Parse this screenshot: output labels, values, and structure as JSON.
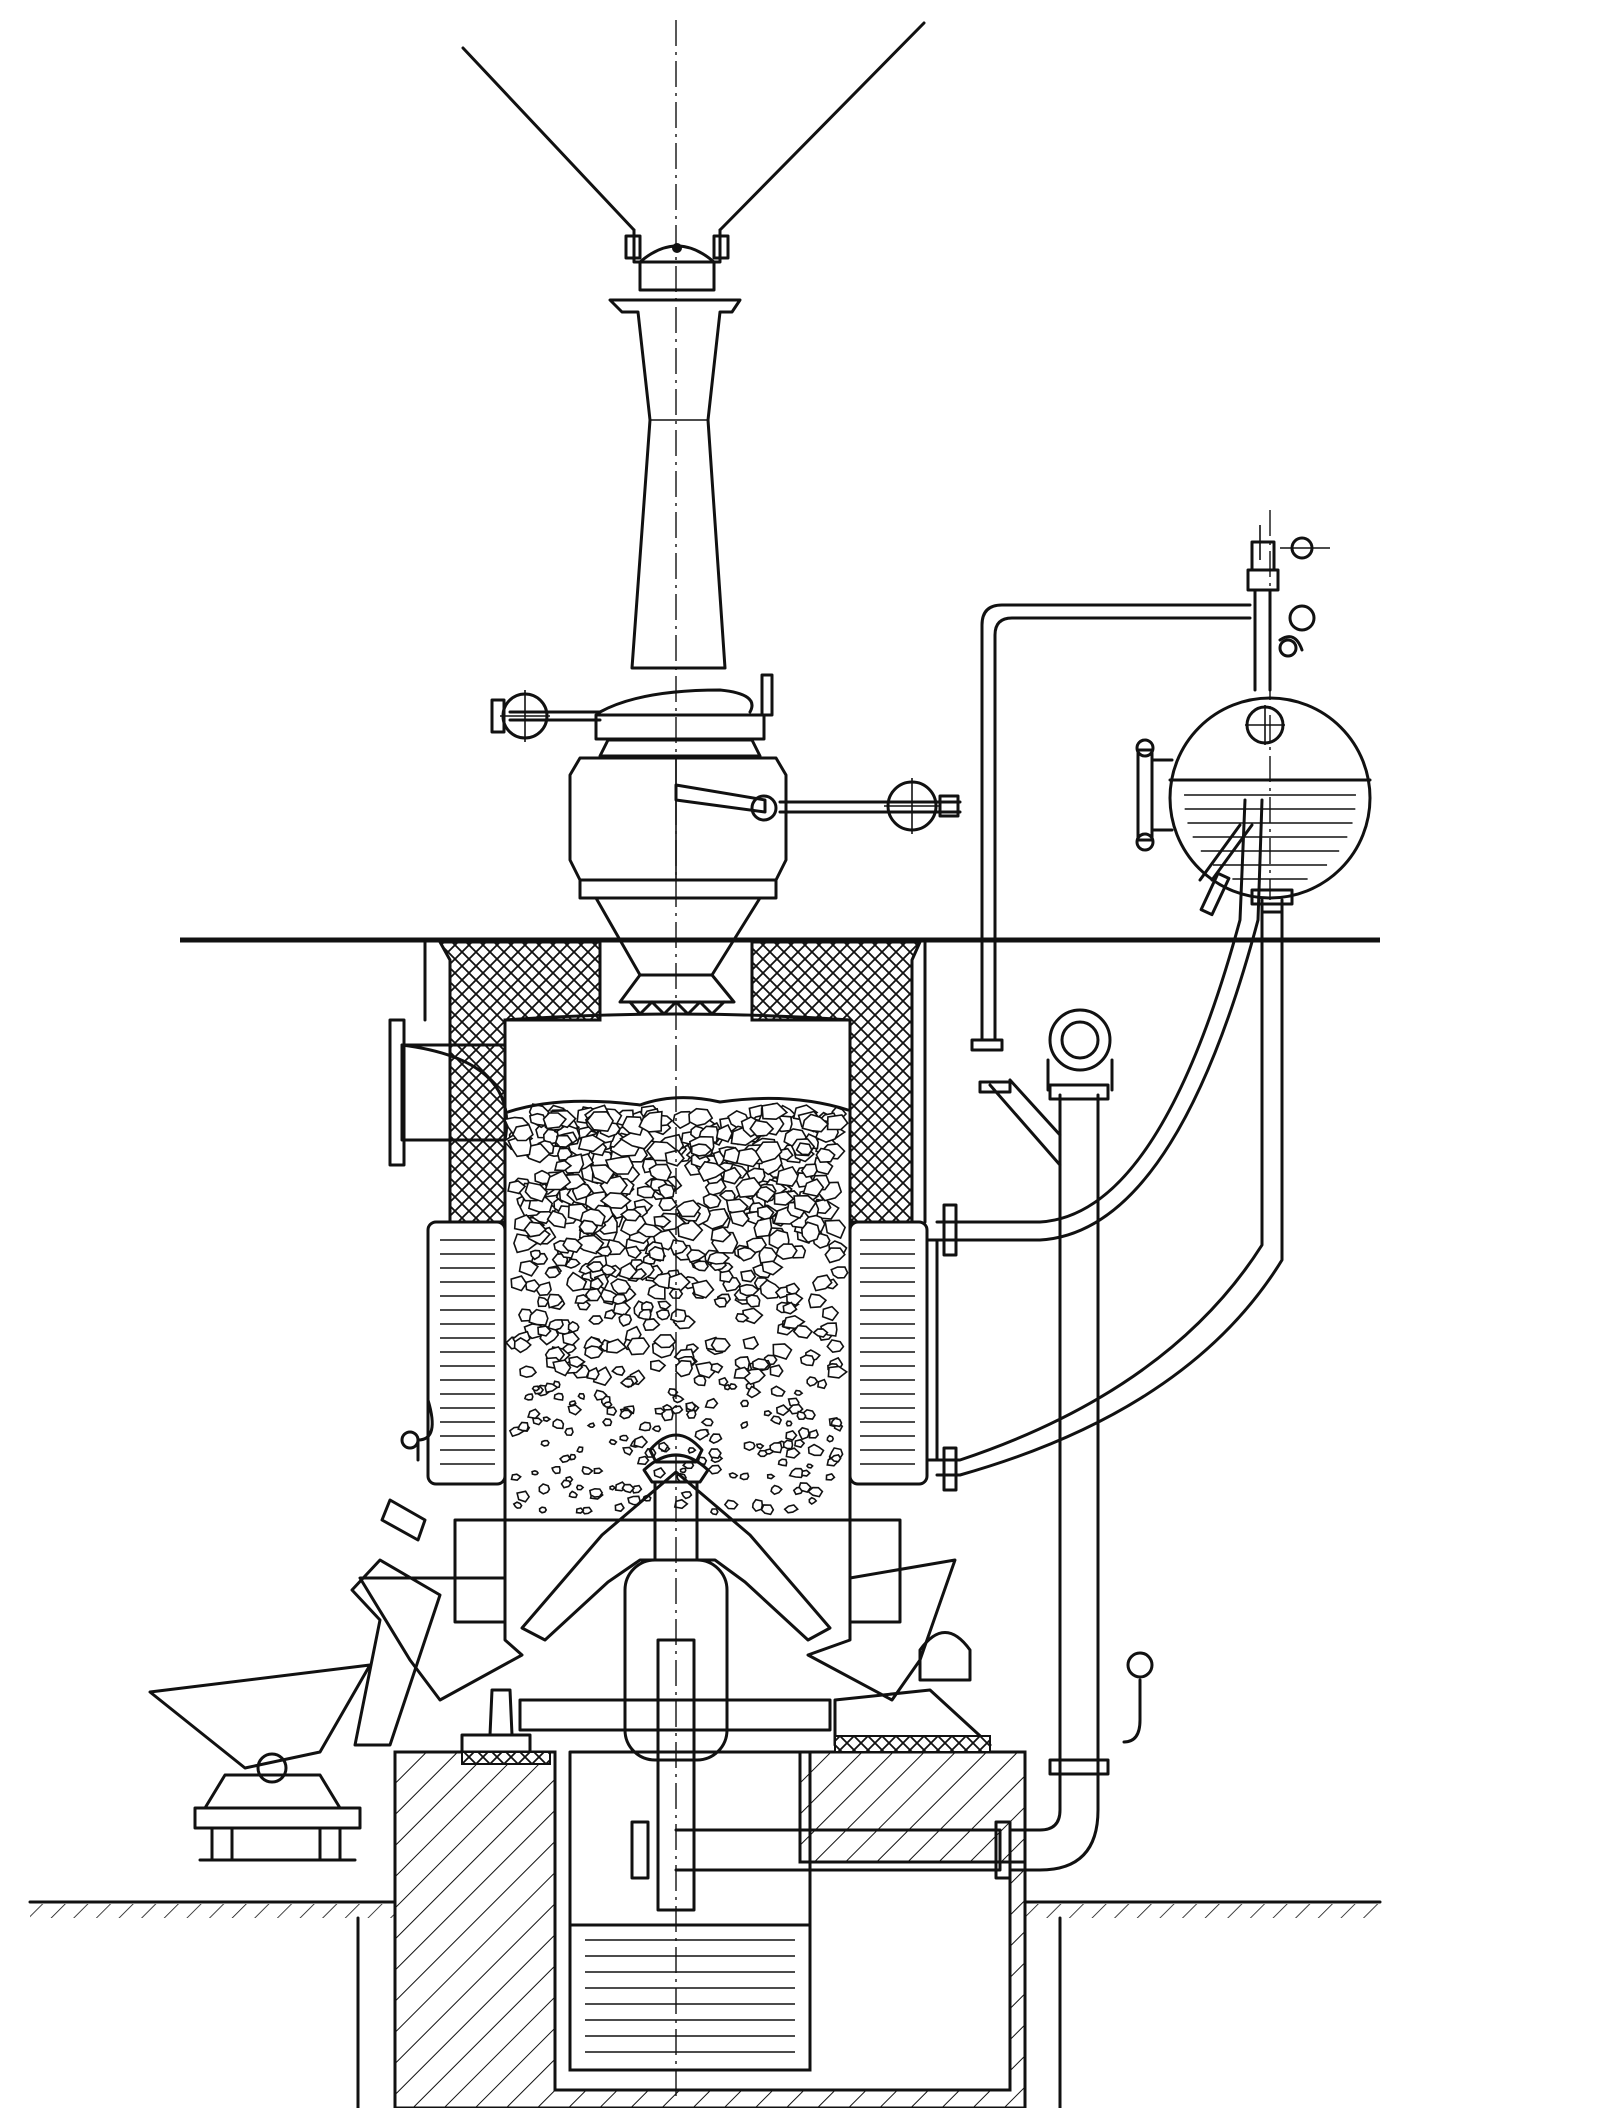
{
  "figure": {
    "kind": "technical cross-section drawing",
    "colors": {
      "ink": "#111111",
      "paper": "#ffffff"
    },
    "components": [
      "feed-hopper",
      "charging-chute",
      "charging-bell-valve",
      "counterweight-lever",
      "refractory-lining",
      "gas-outlet-pipe",
      "fuel-bed",
      "water-jacket",
      "rotating-grate",
      "ash-pan",
      "steam-drum",
      "gauge-glass",
      "pressure-gauge",
      "water-downcomer",
      "air-blast-pipe",
      "foundation",
      "water-seal-pit",
      "ash-cart"
    ]
  }
}
